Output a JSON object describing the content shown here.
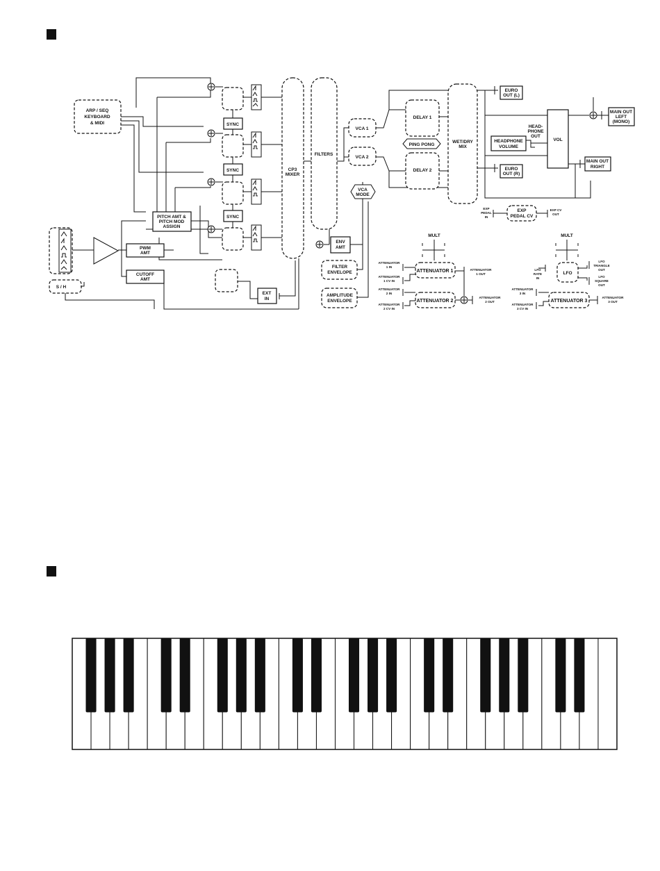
{
  "blocks": {
    "arp_seq": [
      "ARP / SEQ",
      "KEYBOARD",
      "& MIDI"
    ],
    "sync1": "SYNC",
    "sync2": "SYNC",
    "sync3": "SYNC",
    "pitch_amt": [
      "PITCH AMT &",
      "PITCH MOD",
      "ASSIGN"
    ],
    "pwm_amt": [
      "PWM",
      "AMT"
    ],
    "cutoff_amt": [
      "CUTOFF",
      "AMT"
    ],
    "sh": "S / H",
    "ext_in": [
      "EXT",
      "IN"
    ],
    "cp3_mixer": [
      "CP3",
      "MIXER"
    ],
    "filters": "FILTERS",
    "vca1": "VCA 1",
    "vca2": "VCA 2",
    "vca_mode": [
      "VCA",
      "MODE"
    ],
    "env_amt": [
      "ENV",
      "AMT"
    ],
    "filter_env": [
      "FILTER",
      "ENVELOPE"
    ],
    "amp_env": [
      "AMPLITUDE",
      "ENVELOPE"
    ],
    "delay1": "DELAY 1",
    "delay2": "DELAY 2",
    "ping_pong": "PING PONG",
    "wet_dry": [
      "WET/DRY",
      "MIX"
    ],
    "euro_l": [
      "EURO",
      "OUT (L)"
    ],
    "euro_r": [
      "EURO",
      "OUT (R)"
    ],
    "headphone_out": [
      "HEAD-",
      "PHONE",
      "OUT"
    ],
    "headphone_volume": [
      "HEADPHONE",
      "VOLUME"
    ],
    "vol": "VOL",
    "main_out_left": [
      "MAIN OUT",
      "LEFT",
      "(MONO)"
    ],
    "main_out_right": [
      "MAIN OUT",
      "RIGHT"
    ],
    "exp_pedal_in": [
      "EXP",
      "PEDAL",
      "IN"
    ],
    "exp_pedal_cv": [
      "EXP",
      "PEDAL CV"
    ],
    "exp_cv_out": [
      "EXP CV",
      "OUT"
    ],
    "mult1": "MULT",
    "mult2": "MULT",
    "attenuator1": "ATTENUATOR 1",
    "attenuator2": "ATTENUATOR 2",
    "attenuator3": "ATTENUATOR 3",
    "att1_in": [
      "ATTENUATOR",
      "1 IN"
    ],
    "att1_cv": [
      "ATTENUATOR",
      "1 CV IN"
    ],
    "att1_out": [
      "ATTENUATOR",
      "1 OUT"
    ],
    "att2_in": [
      "ATTENUATOR",
      "2 IN"
    ],
    "att2_cv": [
      "ATTENUATOR",
      "2 CV IN"
    ],
    "att2_out": [
      "ATTENUATOR",
      "2 OUT"
    ],
    "att3_in": [
      "ATTENUATOR",
      "3 IN"
    ],
    "att3_cv": [
      "ATTENUATOR",
      "3 CV IN"
    ],
    "att3_out": [
      "ATTENUATOR",
      "3 OUT"
    ],
    "lfo": "LFO",
    "lfo_rate_in": [
      "LFO",
      "RATE",
      "IN"
    ],
    "lfo_triangle_out": [
      "LFO",
      "TRIANGLE",
      "OUT"
    ],
    "lfo_square_out": [
      "LFO",
      "SQUARE",
      "OUT"
    ]
  },
  "colors": {
    "ink": "#111111",
    "paper": "#ffffff"
  },
  "section_markers": [
    "section-1-marker",
    "section-2-marker"
  ],
  "keyboard": {
    "white_keys": 29,
    "first_note": "F"
  }
}
